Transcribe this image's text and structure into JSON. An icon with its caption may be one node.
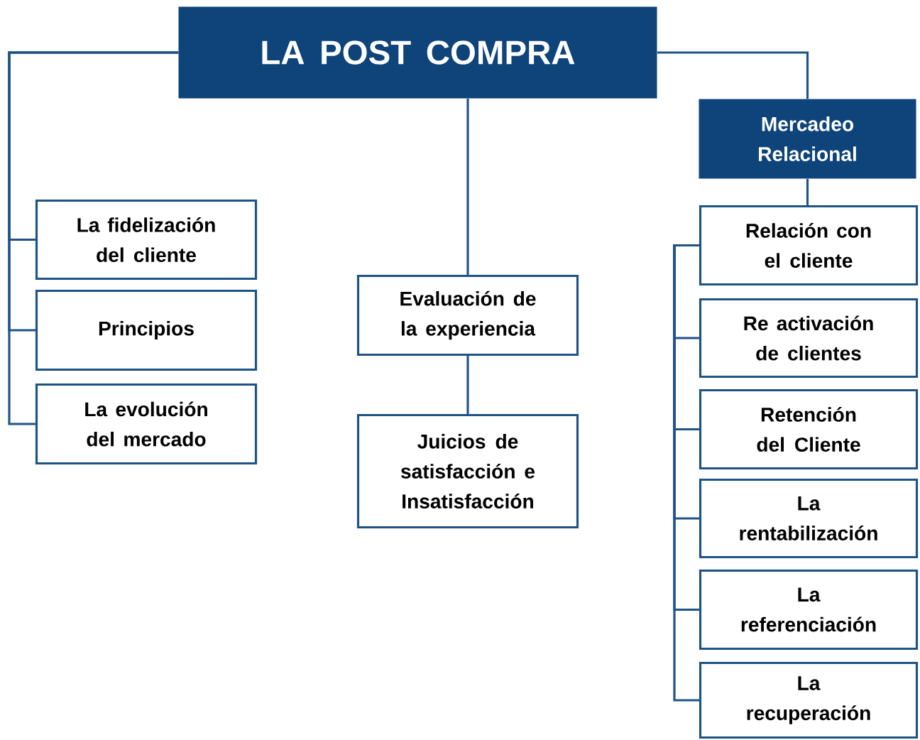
{
  "diagram": {
    "nodes": [
      {
        "text": [
          "LA POST COMPRA"
        ]
      },
      {
        "text": [
          "La fidelización del cliente"
        ]
      },
      {
        "text": [
          "Principios"
        ]
      },
      {
        "text": [
          "La evolución del mercado"
        ]
      },
      {
        "text": [
          "Evaluación de la experiencia"
        ]
      },
      {
        "text": [
          "Juicios de satisfacción e Insatisfacción"
        ]
      },
      {
        "text": [
          "Mercadeo Relacional"
        ]
      },
      {
        "text": [
          "Relación con el cliente"
        ]
      },
      {
        "text": [
          "Re activación de clientes"
        ]
      },
      {
        "text": [
          "Retención del Cliente"
        ]
      },
      {
        "text": [
          "La rentabilización"
        ]
      },
      {
        "text": [
          "La referenciación"
        ]
      },
      {
        "text": [
          "La recuperación"
        ]
      }
    ],
    "edges": [
      {
        "from": 0,
        "to": 1,
        "arrow": "none"
      },
      {
        "from": 0,
        "to": 2,
        "arrow": "none"
      },
      {
        "from": 0,
        "to": 3,
        "arrow": "none"
      },
      {
        "from": 0,
        "to": 4,
        "arrow": "none"
      },
      {
        "from": 4,
        "to": 5,
        "arrow": "none"
      },
      {
        "from": 0,
        "to": 6,
        "arrow": "none"
      },
      {
        "from": 6,
        "to": 7,
        "arrow": "none"
      },
      {
        "from": 7,
        "to": 8,
        "arrow": "none"
      },
      {
        "from": 7,
        "to": 9,
        "arrow": "none"
      },
      {
        "from": 7,
        "to": 10,
        "arrow": "none"
      },
      {
        "from": 7,
        "to": 11,
        "arrow": "none"
      },
      {
        "from": 7,
        "to": 12,
        "arrow": "none"
      }
    ]
  }
}
